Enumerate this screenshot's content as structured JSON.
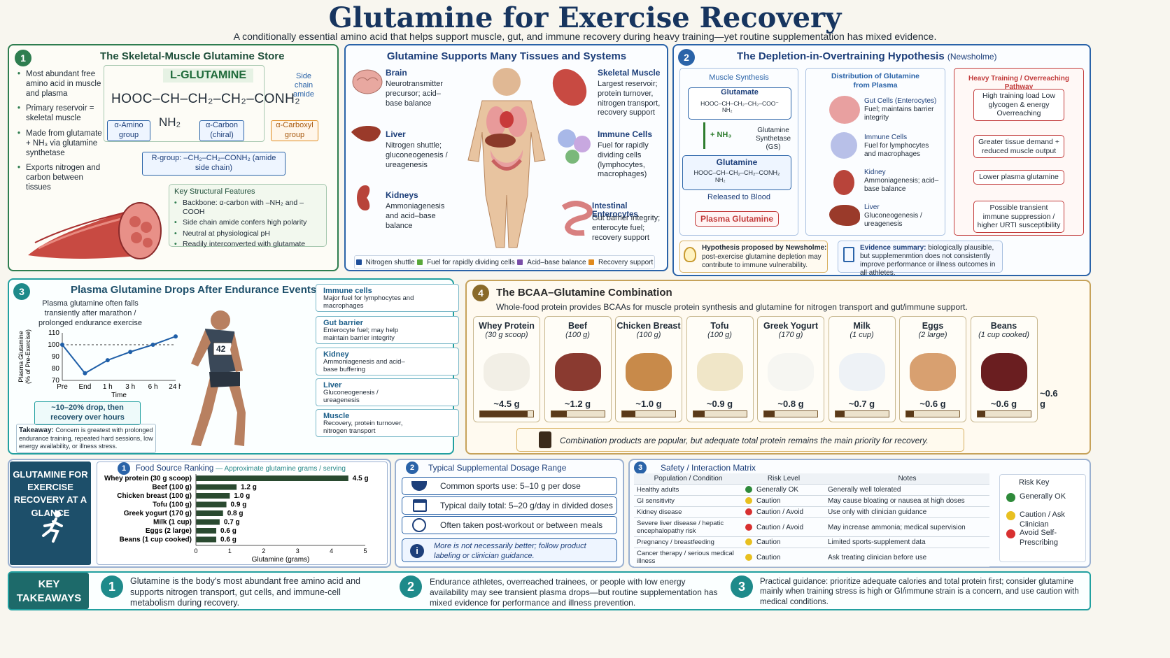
{
  "header": {
    "title": "Glutamine for Exercise Recovery",
    "subtitle": "A conditionally essential amino acid that helps support muscle, gut, and immune recovery during heavy training—yet routine supplementation has mixed evidence."
  },
  "p1": {
    "num": "1",
    "title": "The Skeletal-Muscle Glutamine Store",
    "bullets": [
      "Most abundant free amino acid in muscle and plasma",
      "Primary reservoir = skeletal muscle",
      "Made from glutamate + NH₃ via glutamine synthetase",
      "Exports nitrogen and carbon between tissues"
    ],
    "molecule_name": "L-GLUTAMINE",
    "side_chain_label": "Side chain amide",
    "formula": "HOOC–CH–CH₂–CH₂–CONH₂",
    "nh2": "NH₂",
    "alpha_amino": "α-Amino group",
    "alpha_carbon": "α-Carbon (chiral)",
    "alpha_carboxyl": "α-Carboxyl group",
    "rgroup": "R-group: –CH₂–CH₂–CONH₂ (amide side chain)",
    "features_title": "Key Structural Features",
    "features": [
      "Backbone: α-carbon with –NH₂ and –COOH",
      "Side chain amide confers high polarity",
      "Neutral at physiological pH",
      "Readily interconverted with glutamate"
    ]
  },
  "tissues": {
    "title": "Glutamine Supports Many Tissues and Systems",
    "brain": {
      "name": "Brain",
      "desc": "Neurotransmitter precursor; acid–base balance"
    },
    "liver": {
      "name": "Liver",
      "desc": "Nitrogen shuttle; gluconeogenesis / ureagenesis"
    },
    "kidneys": {
      "name": "Kidneys",
      "desc": "Ammoniagenesis and acid–base balance"
    },
    "muscle": {
      "name": "Skeletal Muscle",
      "desc": "Largest reservoir; protein turnover, nitrogen transport, recovery support"
    },
    "immune": {
      "name": "Immune Cells",
      "desc": "Fuel for rapidly dividing cells (lymphocytes, macrophages)"
    },
    "gut": {
      "name": "Intestinal Enterocytes",
      "desc": "Gut barrier integrity; enterocyte fuel; recovery support"
    },
    "legend": [
      "Nitrogen shuttle",
      "Fuel for rapidly dividing cells",
      "Acid–base balance",
      "Recovery support"
    ],
    "legend_colors": [
      "#1f4f9a",
      "#5aa83a",
      "#7a4fa8",
      "#e08a1e"
    ]
  },
  "p2": {
    "num": "2",
    "title": "The Depletion-in-Overtraining Hypothesis",
    "title_note": "(Newsholme)",
    "synth_title": "Muscle Synthesis",
    "glutamate": "Glutamate",
    "glutamate_formula": "HOOC–CH–CH₂–CH₂–COO⁻",
    "nh2": "NH₂",
    "plus_nh3": "+ NH₃",
    "gs": "Glutamine Synthetase (GS)",
    "glutamine": "Glutamine",
    "glutamine_formula": "HOOC–CH–CH₂–CH₂–CONH₂",
    "released": "Released to Blood",
    "plasma": "Plasma Glutamine",
    "dist_title": "Distribution of Glutamine from Plasma",
    "dist": [
      {
        "name": "Gut Cells (Enterocytes)",
        "desc": "Fuel; maintains barrier integrity"
      },
      {
        "name": "Immune Cells",
        "desc": "Fuel for lymphocytes and macrophages"
      },
      {
        "name": "Kidney",
        "desc": "Ammoniagenesis; acid–base balance"
      },
      {
        "name": "Liver",
        "desc": "Gluconeogenesis / ureagenesis"
      }
    ],
    "path_title": "Heavy Training / Overreaching Pathway",
    "path": [
      "High training load Low glycogen & energy Overreaching",
      "Greater tissue demand + reduced muscle output",
      "Lower plasma glutamine",
      "Possible transient immune suppression / higher URTI susceptibility"
    ],
    "hyp_title": "Hypothesis proposed by Newsholme:",
    "hyp_text": "post-exercise glutamine depletion may contribute to immune vulnerability.",
    "evidence_title": "Evidence summary:",
    "evidence_text": "biologically plausible, but supplemenmtion does not consistently improve performance or illness outcomes in all athletes."
  },
  "p3": {
    "num": "3",
    "title": "Plasma Glutamine Drops After Endurance Events",
    "intro": "Plasma glutamine often falls transiently after marathon / prolonged endurance exercise",
    "drop": "~10–20% drop, then recovery over hours",
    "takeaway_label": "Takeaway:",
    "takeaway": "Concern is greatest with prolonged endurance training, repeated hard sessions, low energy availability, or illness stress.",
    "bib": "42",
    "flows": [
      {
        "name": "Immune cells",
        "desc": "Major fuel for lymphocytes and macrophages"
      },
      {
        "name": "Gut barrier",
        "desc": "Enterocyte fuel; may help maintain barrier integrity"
      },
      {
        "name": "Kidney",
        "desc": "Ammoniagenesis and acid–base buffering"
      },
      {
        "name": "Liver",
        "desc": "Gluconeogenesis / ureagenesis"
      },
      {
        "name": "Muscle",
        "desc": "Recovery, protein turnover, nitrogen transport"
      }
    ]
  },
  "chart_data": [
    {
      "type": "line",
      "ylabel": "Plasma Glutamine (% of Pre-Exercise)",
      "xlabel": "Time",
      "categories": [
        "Pre",
        "End",
        "1 h",
        "3 h",
        "6 h",
        "24 h"
      ],
      "values": [
        100,
        76,
        87,
        94,
        100,
        107
      ],
      "ylim": [
        70,
        110
      ],
      "yticks": [
        70,
        80,
        90,
        100,
        110
      ],
      "reference_line": 100
    },
    {
      "type": "bar",
      "title": "Food Source Ranking",
      "subtitle": "— Approximate glutamine grams / serving",
      "xlabel": "Glutamine (grams)",
      "categories": [
        "Whey protein (30 g scoop)",
        "Beef (100 g)",
        "Chicken breast (100 g)",
        "Tofu (100 g)",
        "Greek yogurt (170 g)",
        "Milk (1 cup)",
        "Eggs (2 large)",
        "Beans (1 cup cooked)"
      ],
      "values": [
        4.5,
        1.2,
        1.0,
        0.9,
        0.8,
        0.7,
        0.6,
        0.6
      ],
      "labels": [
        "4.5 g",
        "1.2 g",
        "1.0 g",
        "0.9 g",
        "0.8 g",
        "0.7 g",
        "0.6 g",
        "0.6 g"
      ],
      "xlim": [
        0,
        5
      ],
      "xticks": [
        0,
        1,
        2,
        3,
        4,
        5
      ]
    }
  ],
  "p4": {
    "num": "4",
    "title": "The BCAA–Glutamine Combination",
    "subtitle": "Whole-food protein provides BCAAs for muscle protein synthesis and glutamine for nitrogen transport and gut/immune support.",
    "foods": [
      {
        "name": "Whey Protein",
        "serving": "(30 g scoop)",
        "value": "~4.5 g",
        "level": 0.9
      },
      {
        "name": "Beef",
        "serving": "(100 g)",
        "value": "~1.2 g",
        "level": 0.3
      },
      {
        "name": "Chicken Breast",
        "serving": "(100 g)",
        "value": "~1.0 g",
        "level": 0.25
      },
      {
        "name": "Tofu",
        "serving": "(100 g)",
        "value": "~0.9 g",
        "level": 0.22
      },
      {
        "name": "Greek Yogurt",
        "serving": "(170 g)",
        "value": "~0.8 g",
        "level": 0.2
      },
      {
        "name": "Milk",
        "serving": "(1 cup)",
        "value": "~0.7 g",
        "level": 0.18
      },
      {
        "name": "Eggs",
        "serving": "(2 large)",
        "value": "~0.6 g",
        "value2": "~0.6 g",
        "level": 0.15
      },
      {
        "name": "Beans",
        "serving": "(1 cup cooked)",
        "value": "~0.6 g",
        "level": 0.15
      }
    ],
    "note": "Combination products are popular, but adequate total protein remains the main priority for recovery."
  },
  "glance": {
    "title": "GLUTAMINE FOR EXERCISE RECOVERY AT A GLANCE"
  },
  "bottom": {
    "num1": "1",
    "num2": "2",
    "num3": "3",
    "dosage_title": "Typical Supplemental Dosage Range",
    "dosage": [
      "Common sports use: 5–10 g per dose",
      "Typical daily total: 5–20 g/day in divided doses",
      "Often taken post-workout or between meals"
    ],
    "dosage_note": "More is not necessarily better; follow product labeling or clinician guidance.",
    "safety_title": "Safety / Interaction Matrix",
    "safety_headers": [
      "Population / Condition",
      "Risk Level",
      "Notes"
    ],
    "safety_rows": [
      {
        "pop": "Healthy adults",
        "risk": "Generally OK",
        "color": "#2e8a3a",
        "note": "Generally well tolerated"
      },
      {
        "pop": "GI sensitivity",
        "risk": "Caution",
        "color": "#e8c020",
        "note": "May cause bloating or nausea at high doses"
      },
      {
        "pop": "Kidney disease",
        "risk": "Caution / Avoid",
        "color": "#d83030",
        "note": "Use only with clinician guidance"
      },
      {
        "pop": "Severe liver disease / hepatic encephalopathy risk",
        "risk": "Caution / Avoid",
        "color": "#d83030",
        "note": "May increase ammonia; medical supervision"
      },
      {
        "pop": "Pregnancy / breastfeeding",
        "risk": "Caution",
        "color": "#e8c020",
        "note": "Limited sports-supplement data"
      },
      {
        "pop": "Cancer therapy / serious medical illness",
        "risk": "Caution",
        "color": "#e8c020",
        "note": "Ask treating clinician before use"
      }
    ],
    "risk_key_title": "Risk Key",
    "risk_key": [
      {
        "label": "Generally OK",
        "color": "#2e8a3a"
      },
      {
        "label": "Caution / Ask Clinician",
        "color": "#e8c020"
      },
      {
        "label": "Avoid Self-Prescribing",
        "color": "#d83030"
      }
    ]
  },
  "takeaways": {
    "title": "KEY TAKEAWAYS",
    "items": [
      "Glutamine is the body's most abundant free amino acid and supports nitrogen transport, gut cells, and immune-cell metabolism during recovery.",
      "Endurance athletes, overreached trainees, or people with low energy availability may see transient plasma drops—but routine supplementation has mixed evidence for performance and illness prevention.",
      "Practical guidance: prioritize adequate calories and total protein first; consider glutamine mainly when training stress is high or GI/immune strain is a concern, and use caution with medical conditions."
    ]
  }
}
